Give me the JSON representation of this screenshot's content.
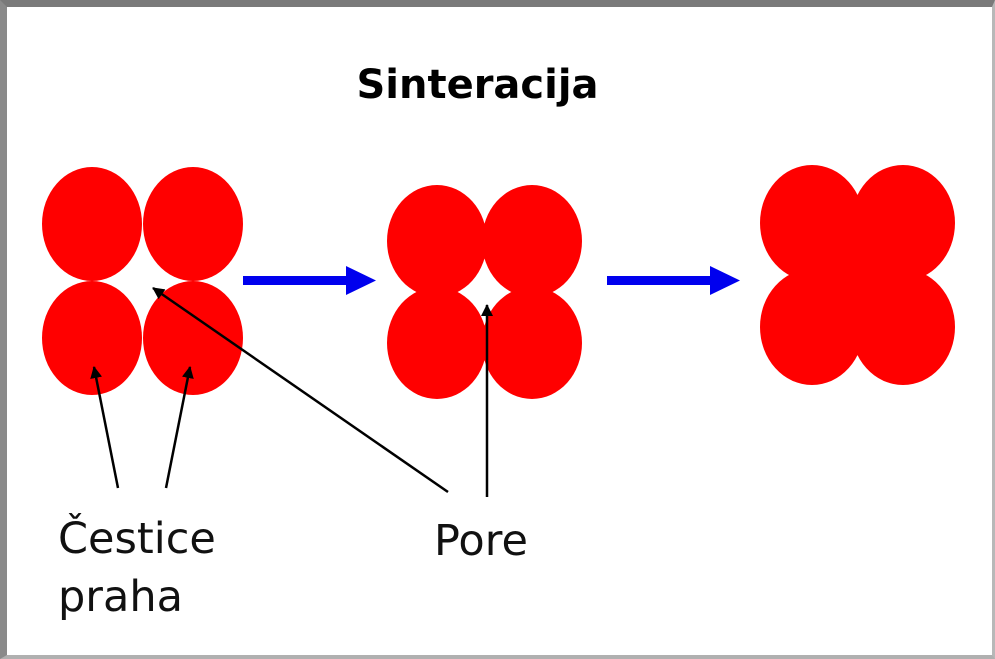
{
  "title": "Sinteracija",
  "labels": {
    "particles_line1": "Čestice",
    "particles_line2": "praha",
    "pore": "Pore"
  },
  "colors": {
    "particle": "#ff0000",
    "process_arrow": "#0000ee",
    "pointer": "#000000"
  }
}
